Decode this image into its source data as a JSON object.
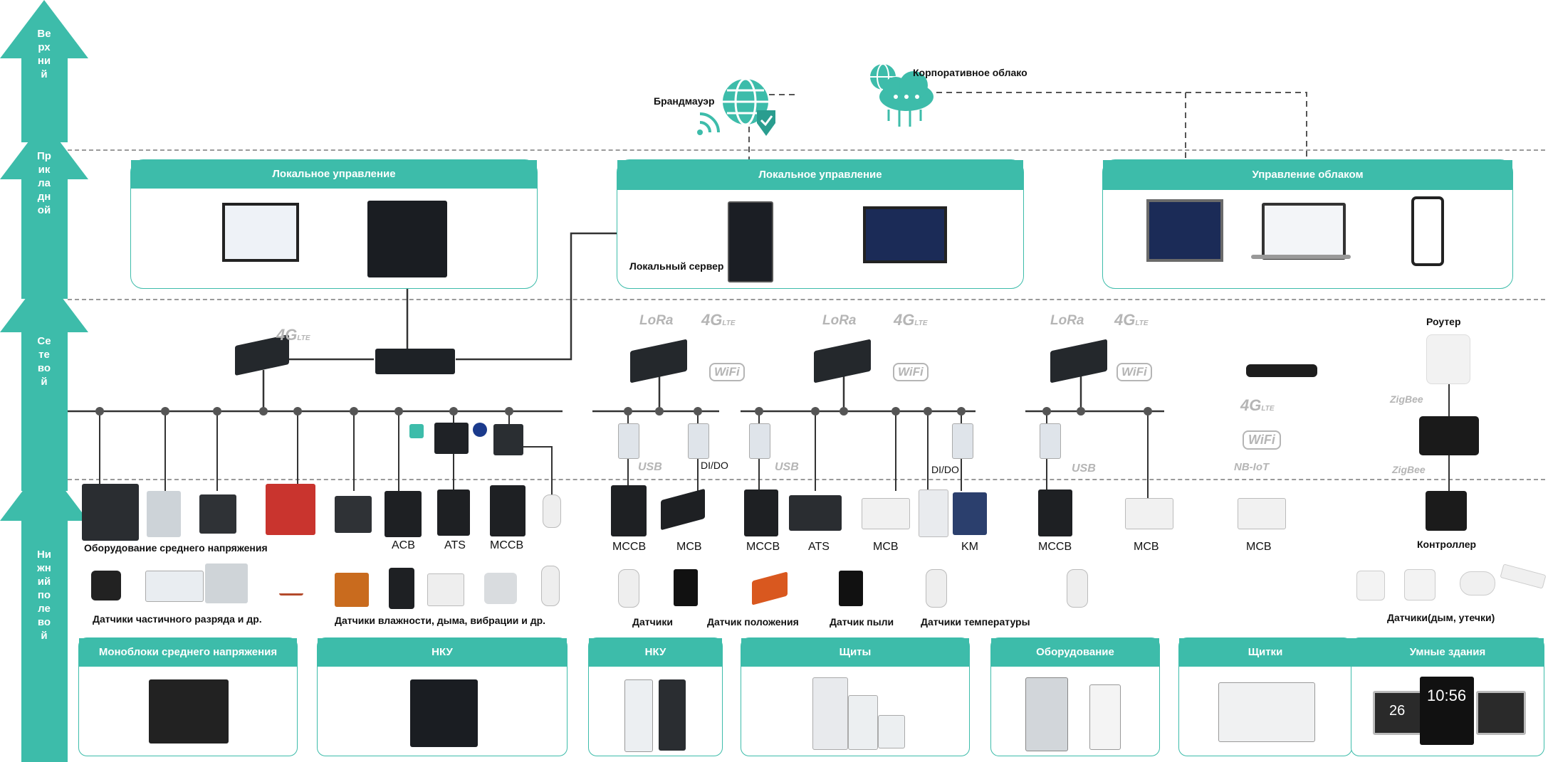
{
  "layers": {
    "upper": "Верхний",
    "application": "Прикладной",
    "network": "Сетевой",
    "field": "Нижний полевой"
  },
  "cloud": {
    "firewall": "Брандмауэр",
    "corporate_cloud": "Корпоративное облако"
  },
  "panels": {
    "local1": "Локальное управление",
    "local2": "Локальное управление",
    "cloud_mgmt": "Управление облаком",
    "local_server": "Локальный сервер"
  },
  "network": {
    "lte": "4G",
    "lora": "LoRa",
    "wifi": "WiFi",
    "nbiot": "NB-IoT",
    "zigbee": "ZigBee",
    "usb": "USB",
    "router": "Роутер",
    "controller": "Контроллер",
    "didou": "DI/DO",
    "lte_sub": "LTE"
  },
  "devices": {
    "mv_equipment": "Оборудование среднего напряжения",
    "acb": "ACB",
    "ats": "ATS",
    "mccb": "MCCB",
    "mcb": "MCB",
    "km": "KM"
  },
  "sensors": {
    "partial": "Датчики частичного разряда и др.",
    "humidity": "Датчики влажности, дыма, вибрации и др.",
    "sensors": "Датчики",
    "position": "Датчик положения",
    "dust": "Датчик пыли",
    "temperature": "Датчики температуры",
    "smoke_leak": "Датчики(дым, утечки)"
  },
  "bottom": {
    "mv_blocks": "Моноблоки среднего напряжения",
    "nku1": "НКУ",
    "nku2": "НКУ",
    "shields": "Щиты",
    "equipment": "Оборудование",
    "panels": "Щитки",
    "smart": "Умные здания",
    "clock_time": "10:56",
    "clock_left": "26"
  },
  "colors": {
    "accent": "#3dbcaa",
    "dark": "#1f2a2e",
    "gray": "#b5b5b5"
  }
}
